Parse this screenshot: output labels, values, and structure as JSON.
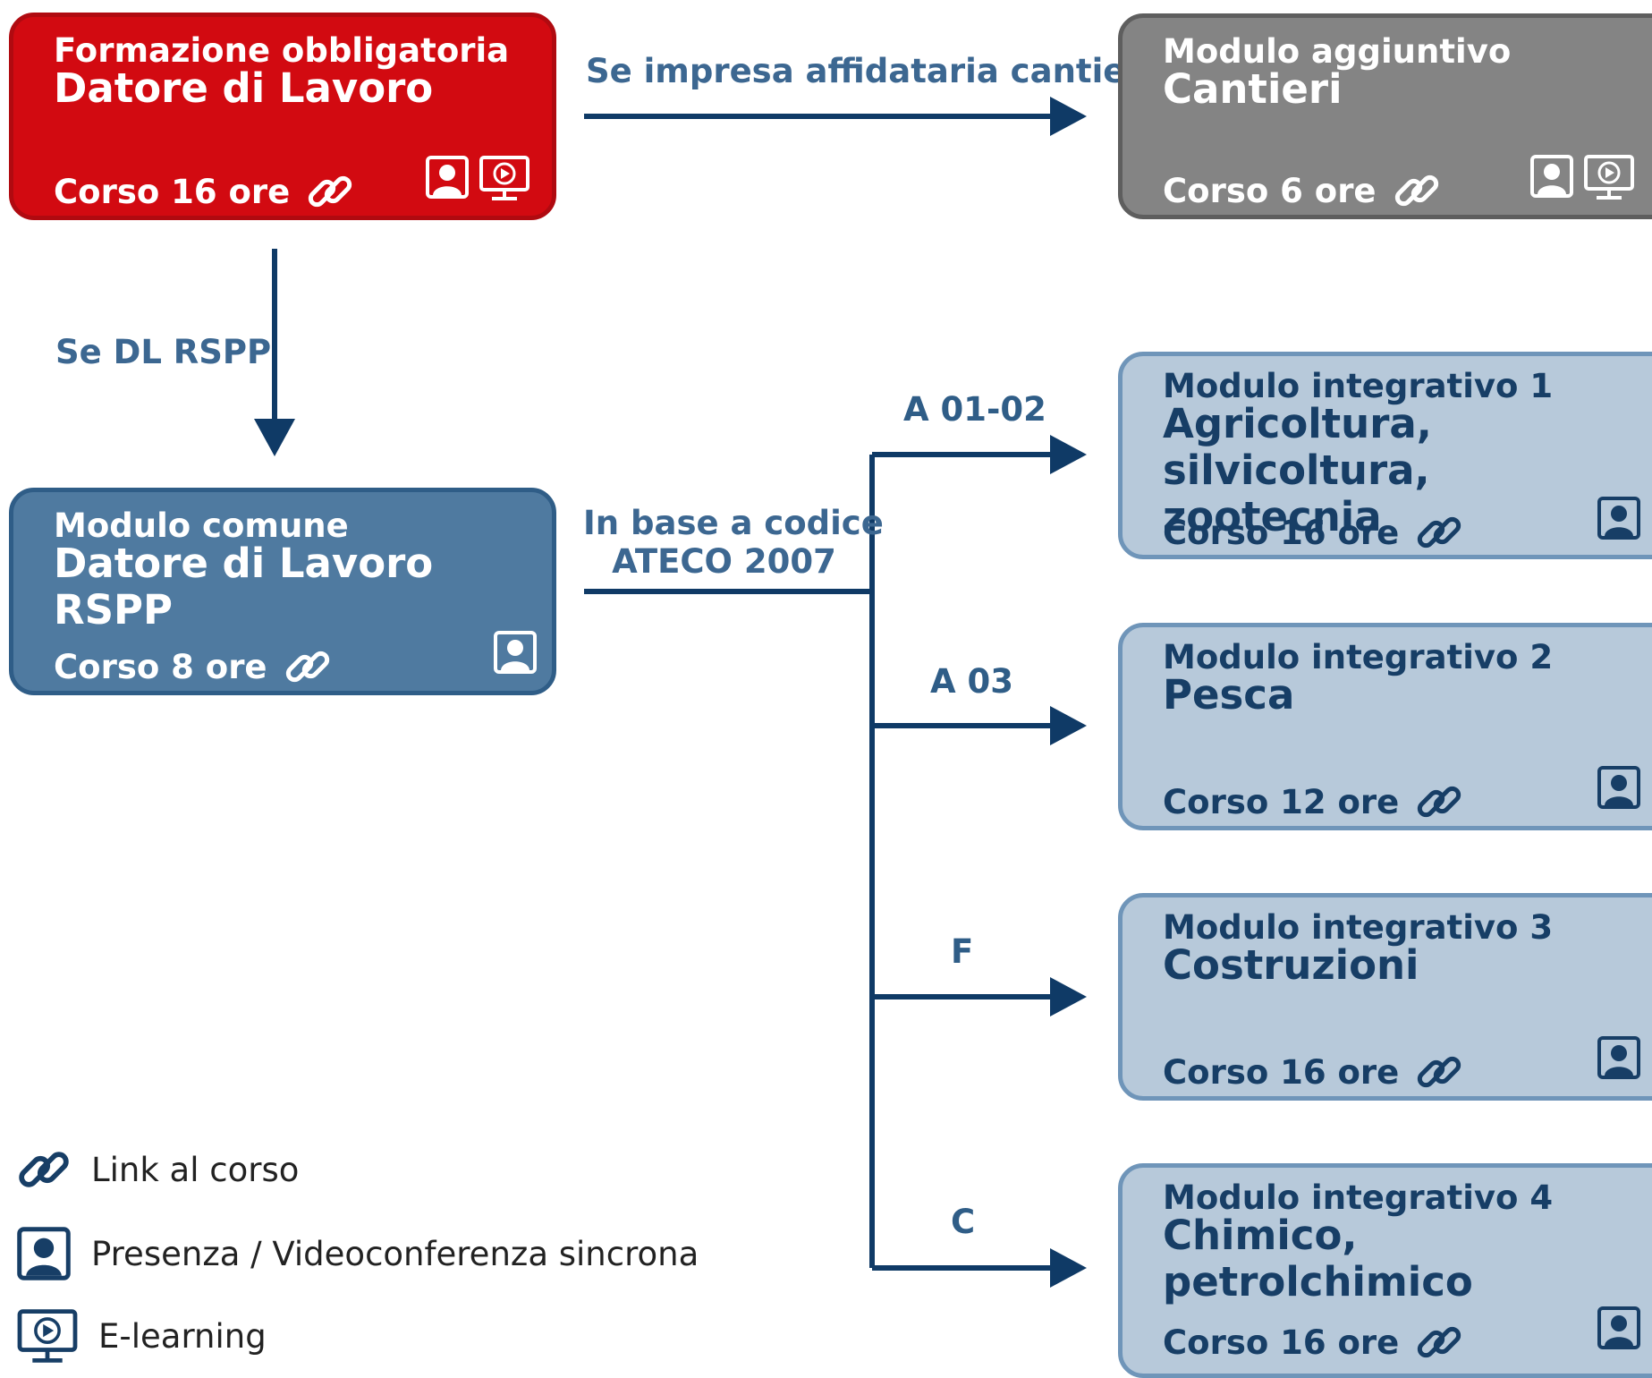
{
  "colors": {
    "mandatory": "#d20a11",
    "additional": "#848484",
    "common": "#4f7aa0",
    "integrative": "#b7c9da",
    "arrow": "#0f3a66",
    "label": "#3c6791"
  },
  "main": {
    "subtitle": "Formazione obbligatoria",
    "title": "Datore di Lavoro",
    "course": "Corso 16 ore",
    "icons": [
      "link-icon",
      "person-icon",
      "elearning-icon"
    ]
  },
  "cantieri": {
    "subtitle": "Modulo aggiuntivo",
    "title": "Cantieri",
    "course": "Corso 6 ore",
    "icons": [
      "link-icon",
      "person-icon",
      "elearning-icon"
    ]
  },
  "comune": {
    "subtitle": "Modulo comune",
    "title": "Datore di Lavoro RSPP",
    "course": "Corso 8 ore",
    "icons": [
      "link-icon",
      "person-icon"
    ]
  },
  "integrativi": [
    {
      "code": "A 01-02",
      "subtitle": "Modulo integrativo 1",
      "title": "Agricoltura, silvicoltura, zootecnia",
      "course": "Corso 16 ore"
    },
    {
      "code": "A 03",
      "subtitle": "Modulo integrativo 2",
      "title": "Pesca",
      "course": "Corso 12 ore"
    },
    {
      "code": "F",
      "subtitle": "Modulo integrativo 3",
      "title": "Costruzioni",
      "course": "Corso 16 ore"
    },
    {
      "code": "C",
      "subtitle": "Modulo integrativo 4",
      "title": "Chimico, petrolchimico",
      "course": "Corso 16 ore"
    }
  ],
  "connectors": {
    "to_cantieri": "Se impresa affidataria cantieri",
    "to_comune": "Se DL RSPP",
    "ateco_line1": "In base a codice",
    "ateco_line2": "ATECO 2007"
  },
  "legend": [
    {
      "icon": "link-icon",
      "text": "Link al corso"
    },
    {
      "icon": "person-icon",
      "text": "Presenza / Videoconferenza sincrona"
    },
    {
      "icon": "elearning-icon",
      "text": "E-learning"
    }
  ]
}
